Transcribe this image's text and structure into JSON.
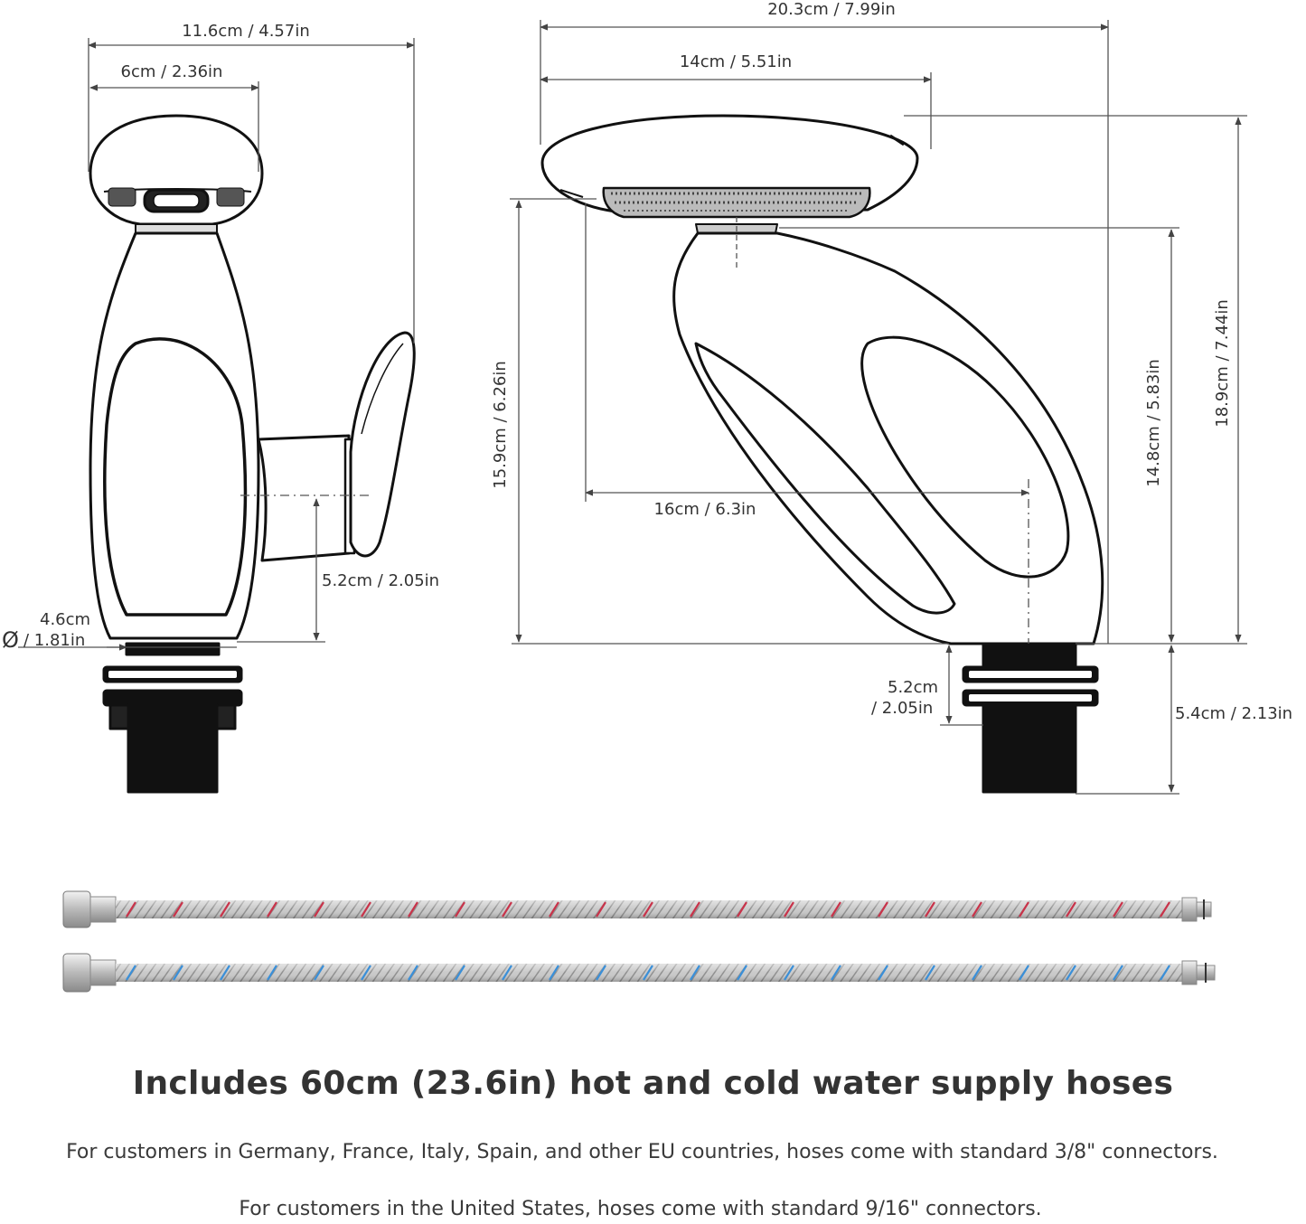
{
  "dimensions": {
    "overall_width_side": "11.6cm / 4.57in",
    "handle_width": "6cm / 2.36in",
    "lever_height": "5.2cm / 2.05in",
    "base_diameter_cm": "4.6cm",
    "base_diameter_in": "/ 1.81in",
    "diameter_symbol": "Ø",
    "overall_length": "20.3cm / 7.99in",
    "head_length": "14cm / 5.51in",
    "spout_reach": "16cm / 6.3in",
    "spout_height": "15.9cm / 6.26in",
    "body_height": "14.8cm / 5.83in",
    "total_height": "18.9cm / 7.44in",
    "deck_thickness_cm": "5.2cm",
    "deck_thickness_in": "/ 2.05in",
    "shank_length": "5.4cm / 2.13in"
  },
  "hoses": {
    "hot_stripe_color": "#c8334a",
    "cold_stripe_color": "#3a8fd8"
  },
  "captions": {
    "headline": "Includes 60cm (23.6in) hot and cold water supply hoses",
    "eu_note": "For customers in Germany, France, Italy, Spain, and other EU countries, hoses come with standard 3/8\" connectors.",
    "us_note": "For customers in the United States, hoses come with standard 9/16\" connectors."
  }
}
